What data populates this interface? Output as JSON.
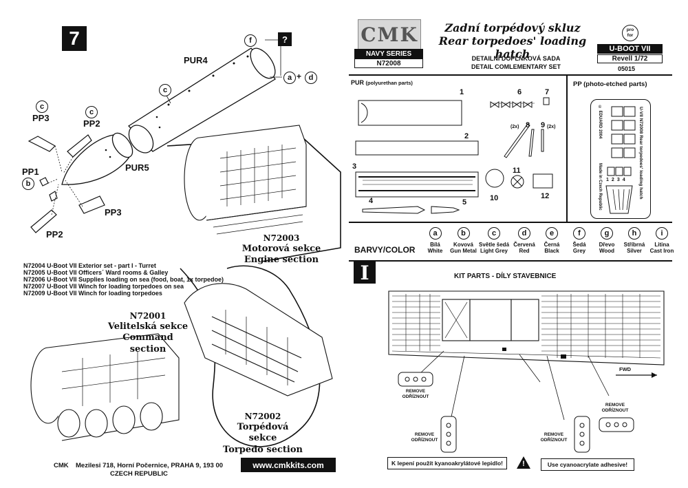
{
  "step_left": {
    "number": "7"
  },
  "left_labels": {
    "pur4": "PUR4",
    "pur5": "PUR5",
    "pp1": "PP1",
    "pp2a": "PP2",
    "pp2b": "PP2",
    "pp3a": "PP3",
    "pp3b": "PP3",
    "c1": "c",
    "c2": "c",
    "c3": "c",
    "b": "b",
    "f": "f",
    "a": "a",
    "plus": "+",
    "d": "d",
    "q": "?"
  },
  "sections": {
    "engine": {
      "code": "N72003",
      "cz": "Motorová sekce",
      "en": "Engine section"
    },
    "command": {
      "code": "N72001",
      "cz": "Velitelská sekce",
      "en": "Command section"
    },
    "torpedo": {
      "code": "N72002",
      "cz": "Torpédová sekce",
      "en": "Torpedo section"
    }
  },
  "related_sets": [
    "N72004  U-Boot VII Exterior set - part I - Turret",
    "N72005  U-Boot VII Officers´ Ward rooms & Galley",
    "N72006  U-Boot VII Supplies loading on sea (food, boat, 1x torpedoe)",
    "N72007  U-Boot VII Winch for loading torpedoes on sea",
    "N72009  U-Boot VII Winch for loading torpedoes"
  ],
  "footer": {
    "brand": "CMK",
    "address": "Mezilesi 718, Horní Počernice, PRAHA 9,  193 00",
    "country": "CZECH REPUBLIC",
    "website": "www.cmkkits.com"
  },
  "header": {
    "logo": "CMK",
    "series": "NAVY SERIES",
    "code": "N72008",
    "title_cz": "Zadní torpédový skluz",
    "title_en": "Rear torpedoes' loading hatch",
    "sub_cz": "DETAILNÍ DOPLŇKOVÁ SADA",
    "sub_en": "DETAIL COMLEMENTARY SET",
    "pro": "pro",
    "for": "for",
    "kit": "U-BOOT VII",
    "scale": "Revell 1/72",
    "kit_no": "05015"
  },
  "pur": {
    "title": "PUR",
    "subtitle": "(polyurethan parts)",
    "parts": [
      "1",
      "2",
      "3",
      "4",
      "5",
      "6",
      "7",
      "8",
      "9",
      "10",
      "11",
      "12"
    ],
    "x2a": "(2x)",
    "x2b": "(2x)"
  },
  "pp": {
    "title": "PP (photo-etched parts)",
    "fret_text1": "U-VII N72008 Rear torpedoes' loading hatch",
    "fret_text2": "© EDUARD 2004",
    "fret_text3": "Made in Czech Republic",
    "fret_nums": [
      "1",
      "2",
      "3",
      "4"
    ]
  },
  "colors": {
    "label": "BARVY/COLOR",
    "items": [
      {
        "key": "a",
        "cz": "Bílá",
        "en": "White"
      },
      {
        "key": "b",
        "cz": "Kovová",
        "en": "Gun Metal"
      },
      {
        "key": "c",
        "cz": "Světle šedá",
        "en": "Light Grey"
      },
      {
        "key": "d",
        "cz": "Červená",
        "en": "Red"
      },
      {
        "key": "e",
        "cz": "Černá",
        "en": "Black"
      },
      {
        "key": "f",
        "cz": "Šedá",
        "en": "Grey"
      },
      {
        "key": "g",
        "cz": "Dřevo",
        "en": "Wood"
      },
      {
        "key": "h",
        "cz": "Stříbrná",
        "en": "Silver"
      },
      {
        "key": "i",
        "cz": "Litina",
        "en": "Cast Iron"
      }
    ]
  },
  "step_right": {
    "number": "I",
    "title": "KIT PARTS - DÍLY STAVEBNICE",
    "fwd": "FWD",
    "remove1": [
      "REMOVE",
      "ODŘÍZNOUT"
    ],
    "remove2": [
      "REMOVE",
      "ODŘÍZNOUT"
    ],
    "remove3": [
      "REMOVE",
      "ODŘÍZNOUT"
    ],
    "remove4": [
      "REMOVE",
      "ODŘÍZNOUT"
    ]
  },
  "warning": {
    "cz": "K lepení použít kyanoakrylátové lepidlo!",
    "en": "Use cyanoacrylate adhesive!",
    "symbol": "!"
  }
}
